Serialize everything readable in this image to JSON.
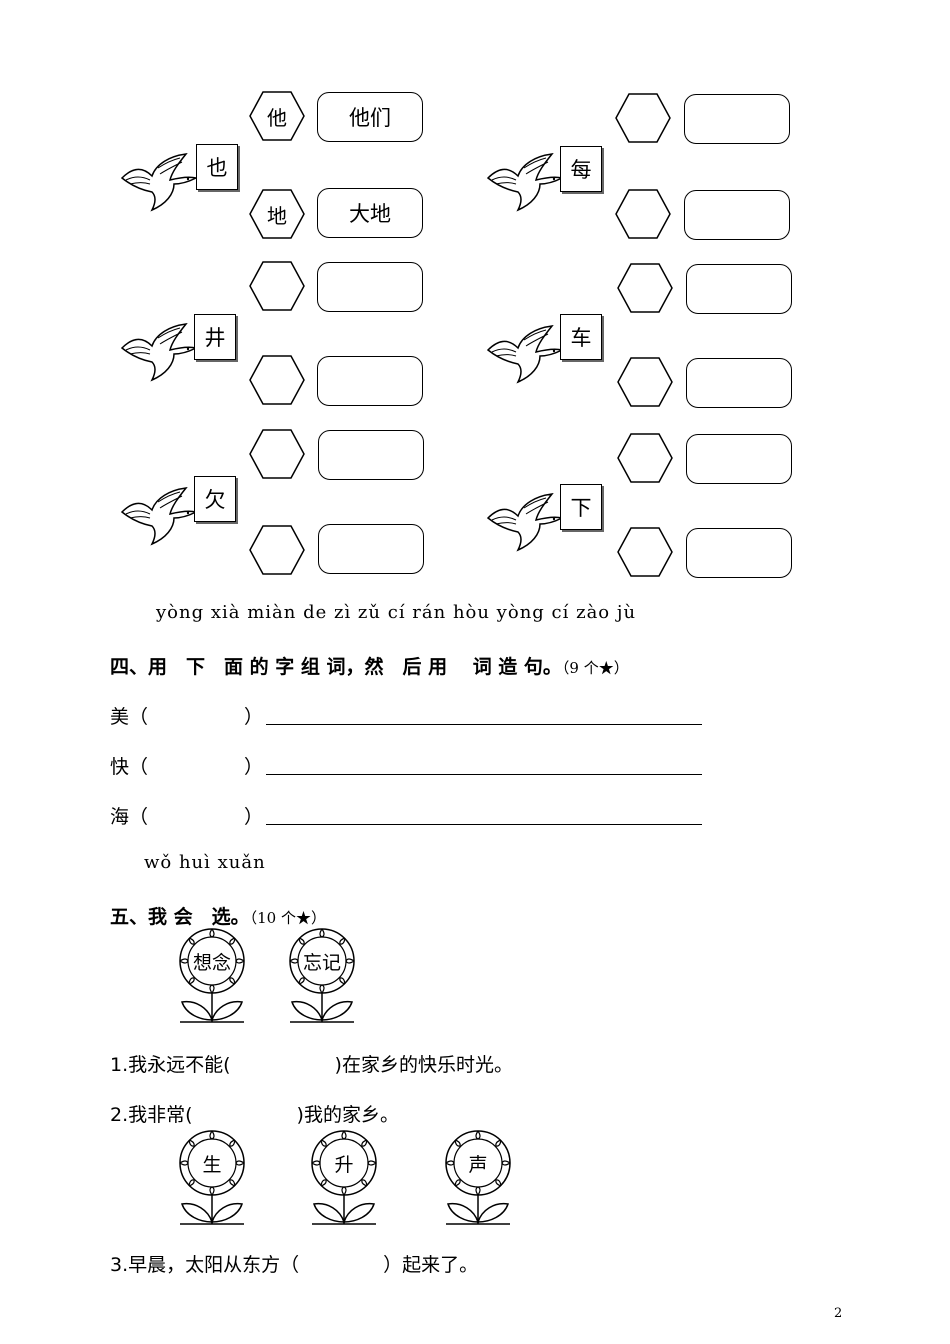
{
  "exercise3": {
    "groups": [
      {
        "char": "也",
        "hex_top": "他",
        "box_top": "他们",
        "hex_bottom": "地",
        "box_bottom": "大地"
      },
      {
        "char": "每",
        "hex_top": "",
        "box_top": "",
        "hex_bottom": "",
        "box_bottom": ""
      },
      {
        "char": "井",
        "hex_top": "",
        "box_top": "",
        "hex_bottom": "",
        "box_bottom": ""
      },
      {
        "char": "车",
        "hex_top": "",
        "box_top": "",
        "hex_bottom": "",
        "box_bottom": ""
      },
      {
        "char": "欠",
        "hex_top": "",
        "box_top": "",
        "hex_bottom": "",
        "box_bottom": ""
      },
      {
        "char": "下",
        "hex_top": "",
        "box_top": "",
        "hex_bottom": "",
        "box_bottom": ""
      }
    ]
  },
  "section4": {
    "pinyin": "yòng xià miàn de zì zǔ cí rán hòu yòng cí zào jù",
    "title": "四、用　下　面 的 字 组 词，然　后 用　 词 造 句。",
    "note": "（9 个★）",
    "items": [
      {
        "label": "美（",
        "close": "）"
      },
      {
        "label": "快（",
        "close": "）"
      },
      {
        "label": "海（",
        "close": "）"
      }
    ]
  },
  "section5": {
    "pinyin": "wǒ huì xuǎn",
    "title": "五、我 会　选。",
    "note": "（10 个★）",
    "flowers_a": [
      "想念",
      "忘记"
    ],
    "q1": {
      "before": "1.我永远不能(",
      "after": ")在家乡的快乐时光。"
    },
    "q2": {
      "before": "2.我非常(",
      "after": ")我的家乡。"
    },
    "flowers_b": [
      "生",
      "升",
      "声"
    ],
    "q3": {
      "before": "3.早晨，太阳从东方（",
      "after": "）起来了。"
    }
  },
  "page_number": "2"
}
